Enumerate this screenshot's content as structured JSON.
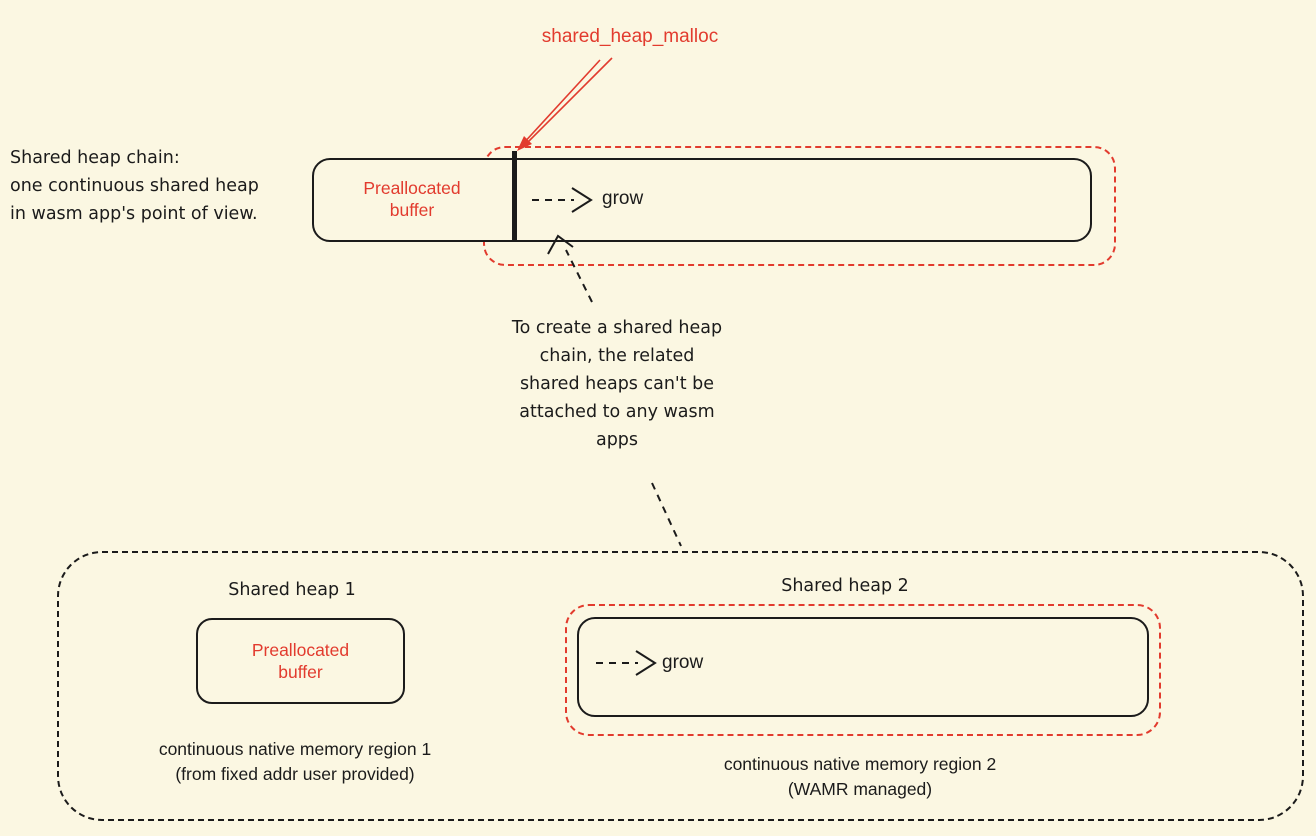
{
  "colors": {
    "background": "#fbf7e2",
    "red": "#e23b2e",
    "ink": "#1b1b1b"
  },
  "chain": {
    "malloc_label": "shared_heap_malloc",
    "intro": {
      "lines": [
        "Shared heap chain:",
        "one continuous shared heap",
        "in wasm app's point of view."
      ]
    },
    "buffer": {
      "lines": [
        "Preallocated",
        "buffer"
      ]
    },
    "grow_label": "grow"
  },
  "note": {
    "lines": [
      "To create a shared heap",
      "chain, the related",
      "shared heaps can't be",
      "attached to any wasm",
      "apps"
    ]
  },
  "heap1": {
    "title": "Shared heap 1",
    "buffer": {
      "lines": [
        "Preallocated",
        "buffer"
      ]
    },
    "caption": {
      "lines": [
        "continuous native memory region 1",
        "(from fixed addr user provided)"
      ]
    }
  },
  "heap2": {
    "title": "Shared heap 2",
    "grow_label": "grow",
    "caption": {
      "lines": [
        "continuous native memory region 2",
        "(WAMR managed)"
      ]
    }
  }
}
